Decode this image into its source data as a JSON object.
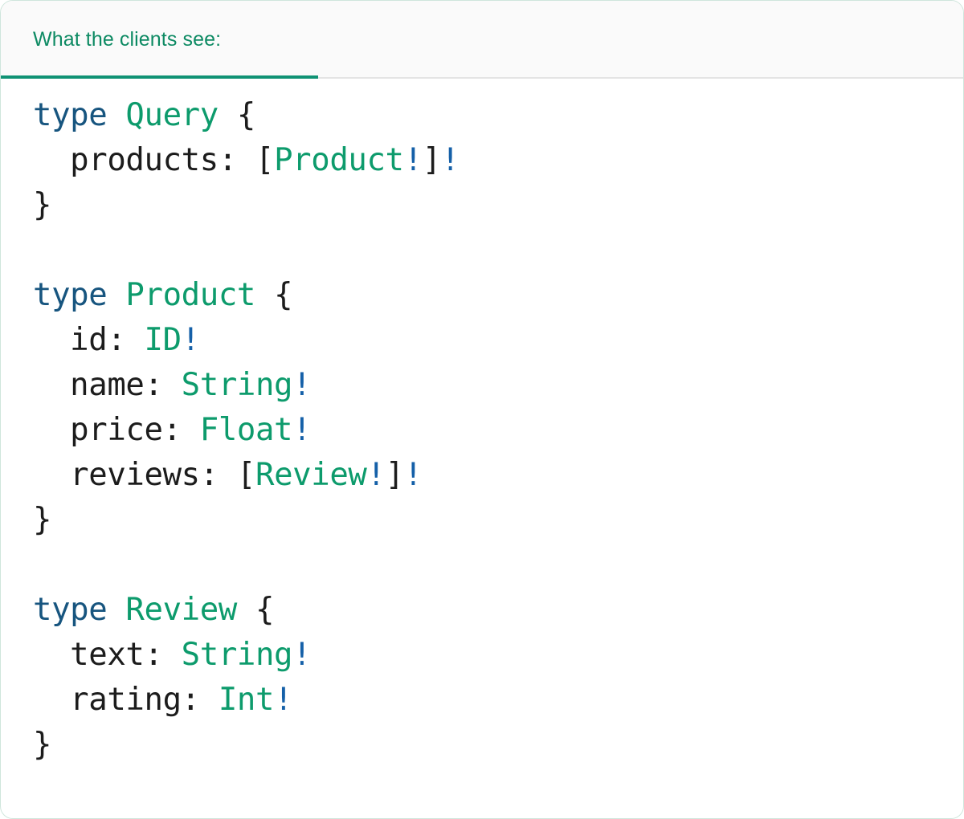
{
  "card": {
    "accent_green": "#0f9274",
    "border_color": "#cfe6dc",
    "background": "#ffffff"
  },
  "tabs": [
    {
      "label": "What the clients see:",
      "active": true,
      "color": "#0d8a63"
    }
  ],
  "syntax_colors": {
    "keyword": "#17557f",
    "type_name": "#0d9b6c",
    "non_null_bang": "#1560a8",
    "punctuation": "#1c1c1c",
    "field_name": "#1c1c1c"
  },
  "code": {
    "language": "graphql",
    "plain_text": "type Query {\n  products: [Product!]!\n}\n\ntype Product {\n  id: ID!\n  name: String!\n  price: Float!\n  reviews: [Review!]!\n}\n\ntype Review {\n  text: String!\n  rating: Int!\n}",
    "lines": [
      {
        "indent": 0,
        "tokens": [
          {
            "t": "type",
            "c": "kw"
          },
          {
            "t": " ",
            "c": "pun"
          },
          {
            "t": "Query",
            "c": "type"
          },
          {
            "t": " {",
            "c": "pun"
          }
        ]
      },
      {
        "indent": 1,
        "tokens": [
          {
            "t": "products: ",
            "c": "name"
          },
          {
            "t": "[",
            "c": "pun"
          },
          {
            "t": "Product",
            "c": "type"
          },
          {
            "t": "!",
            "c": "bang"
          },
          {
            "t": "]",
            "c": "pun"
          },
          {
            "t": "!",
            "c": "bang"
          }
        ]
      },
      {
        "indent": 0,
        "tokens": [
          {
            "t": "}",
            "c": "pun"
          }
        ]
      },
      {
        "indent": 0,
        "tokens": []
      },
      {
        "indent": 0,
        "tokens": [
          {
            "t": "type",
            "c": "kw"
          },
          {
            "t": " ",
            "c": "pun"
          },
          {
            "t": "Product",
            "c": "type"
          },
          {
            "t": " {",
            "c": "pun"
          }
        ]
      },
      {
        "indent": 1,
        "tokens": [
          {
            "t": "id: ",
            "c": "name"
          },
          {
            "t": "ID",
            "c": "type"
          },
          {
            "t": "!",
            "c": "bang"
          }
        ]
      },
      {
        "indent": 1,
        "tokens": [
          {
            "t": "name: ",
            "c": "name"
          },
          {
            "t": "String",
            "c": "type"
          },
          {
            "t": "!",
            "c": "bang"
          }
        ]
      },
      {
        "indent": 1,
        "tokens": [
          {
            "t": "price: ",
            "c": "name"
          },
          {
            "t": "Float",
            "c": "type"
          },
          {
            "t": "!",
            "c": "bang"
          }
        ]
      },
      {
        "indent": 1,
        "tokens": [
          {
            "t": "reviews: ",
            "c": "name"
          },
          {
            "t": "[",
            "c": "pun"
          },
          {
            "t": "Review",
            "c": "type"
          },
          {
            "t": "!",
            "c": "bang"
          },
          {
            "t": "]",
            "c": "pun"
          },
          {
            "t": "!",
            "c": "bang"
          }
        ]
      },
      {
        "indent": 0,
        "tokens": [
          {
            "t": "}",
            "c": "pun"
          }
        ]
      },
      {
        "indent": 0,
        "tokens": []
      },
      {
        "indent": 0,
        "tokens": [
          {
            "t": "type",
            "c": "kw"
          },
          {
            "t": " ",
            "c": "pun"
          },
          {
            "t": "Review",
            "c": "type"
          },
          {
            "t": " {",
            "c": "pun"
          }
        ]
      },
      {
        "indent": 1,
        "tokens": [
          {
            "t": "text: ",
            "c": "name"
          },
          {
            "t": "String",
            "c": "type"
          },
          {
            "t": "!",
            "c": "bang"
          }
        ]
      },
      {
        "indent": 1,
        "tokens": [
          {
            "t": "rating: ",
            "c": "name"
          },
          {
            "t": "Int",
            "c": "type"
          },
          {
            "t": "!",
            "c": "bang"
          }
        ]
      },
      {
        "indent": 0,
        "tokens": [
          {
            "t": "}",
            "c": "pun"
          }
        ]
      }
    ]
  }
}
